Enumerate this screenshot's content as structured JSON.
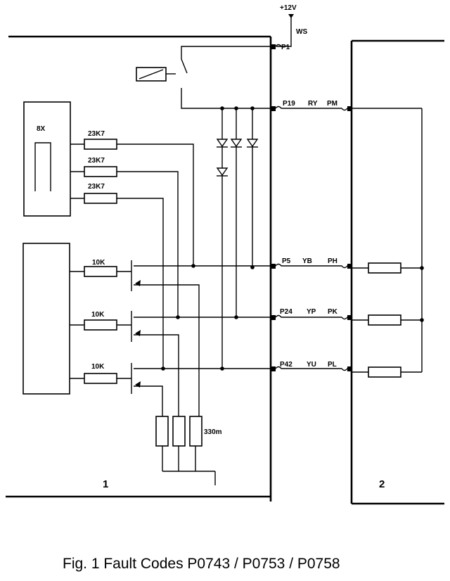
{
  "supply": {
    "voltage": "+12V",
    "name": "WS"
  },
  "pins": {
    "p1": "P1",
    "p19": {
      "pin": "P19",
      "wire": "RY",
      "term": "PM"
    },
    "p5": {
      "pin": "P5",
      "wire": "YB",
      "term": "PH"
    },
    "p24": {
      "pin": "P24",
      "wire": "YP",
      "term": "PK"
    },
    "p42": {
      "pin": "P42",
      "wire": "YU",
      "term": "PL"
    }
  },
  "components": {
    "ic_label": "8X",
    "r23_1": "23K7",
    "r23_2": "23K7",
    "r23_3": "23K7",
    "r10_1": "10K",
    "r10_2": "10K",
    "r10_3": "10K",
    "shunt": "330m"
  },
  "modules": {
    "one": "1",
    "two": "2"
  },
  "caption": "Fig. 1 Fault Codes P0743 / P0753 / P0758"
}
